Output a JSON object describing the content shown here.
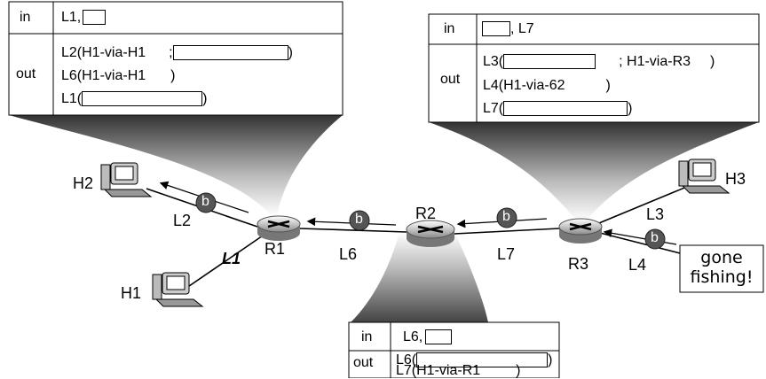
{
  "tables": {
    "r1": {
      "in_label": "in",
      "out_label": "out",
      "in_row": "L1,",
      "out_rows": [
        {
          "before": "L2(H1-via-H1",
          "mid": ";",
          "after": ")"
        },
        {
          "before": "L6(H1-via-H1",
          "mid": "",
          "after": ")"
        },
        {
          "before": "L1(",
          "mid": "",
          "after": ")"
        }
      ]
    },
    "r3": {
      "in_label": "in",
      "out_label": "out",
      "in_row": ", L7",
      "out_rows": [
        {
          "before": "L3(",
          "mid": "; H1-via-R3",
          "after": ")"
        },
        {
          "before": "L4(H1-via-62",
          "mid": "",
          "after": ")"
        },
        {
          "before": "L7(",
          "mid": "",
          "after": ")"
        }
      ]
    },
    "r2": {
      "in_label": "in",
      "out_label": "out",
      "in_row": "L6,",
      "out_rows": [
        {
          "before": "L6(",
          "mid": "",
          "after": ")"
        },
        {
          "before": "L7(H1-via-R1",
          "mid": "",
          "after": ")"
        }
      ]
    }
  },
  "hosts": {
    "h1": "H1",
    "h2": "H2",
    "h3": "H3"
  },
  "routers": {
    "r1": "R1",
    "r2": "R2",
    "r3": "R3"
  },
  "links": {
    "l1": "L1",
    "l2": "L2",
    "l3": "L3",
    "l4": "L4",
    "l6": "L6",
    "l7": "L7"
  },
  "packet_label": "b",
  "note": {
    "line1": "gone",
    "line2": "fishing!"
  }
}
